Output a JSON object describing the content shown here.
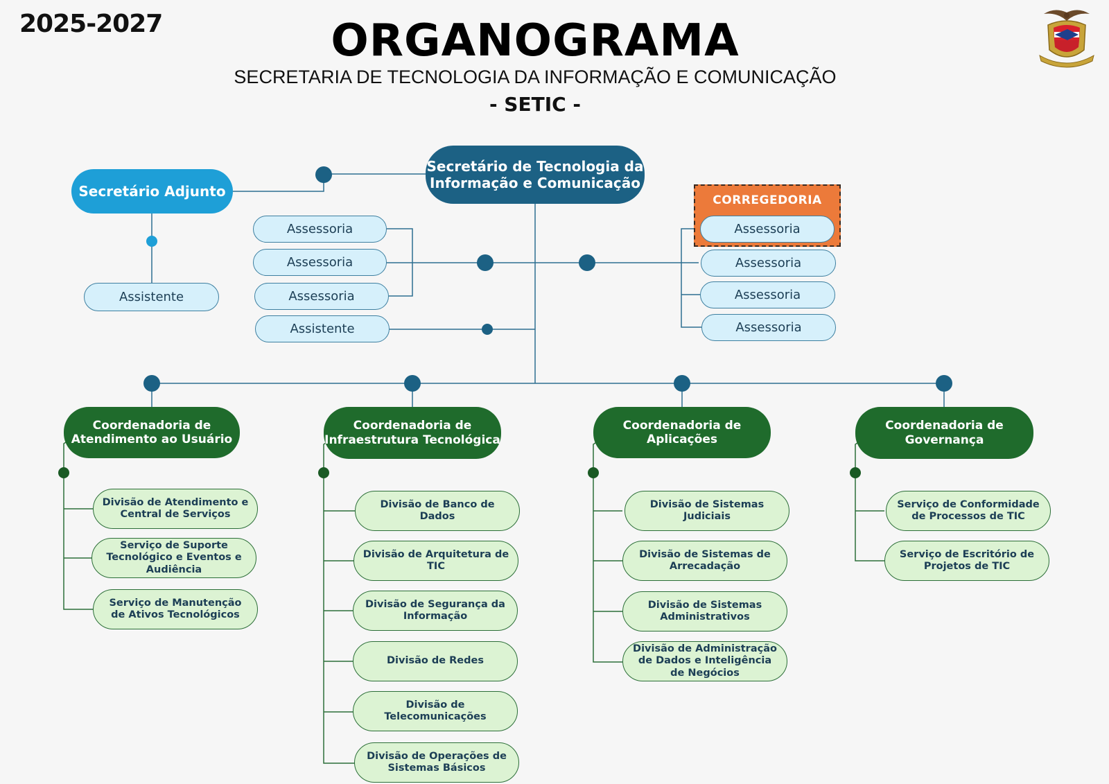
{
  "header": {
    "years": "2025-2027",
    "title": "ORGANOGRAMA",
    "subtitle": "SECRETARIA DE TECNOLOGIA DA INFORMAÇÃO E COMUNICAÇÃO",
    "acronym": "- SETIC -"
  },
  "colors": {
    "head": "#1c6184",
    "adjunto": "#1e9fd7",
    "assessoria": "#d6f0fb",
    "coordenadoria": "#1f6b2c",
    "divisao": "#dcf3d3",
    "corregedoria": "#ec7a3a"
  },
  "top": {
    "secretario": "Secretário de Tecnologia da Informação e Comunicação",
    "adjunto": "Secretário Adjunto",
    "adjunto_assistente": "Assistente"
  },
  "left_support": {
    "items": [
      "Assessoria",
      "Assessoria",
      "Assessoria"
    ],
    "assistente": "Assistente"
  },
  "right_support": {
    "corregedoria_label": "CORREGEDORIA",
    "corregedoria_item": "Assessoria",
    "items": [
      "Assessoria",
      "Assessoria",
      "Assessoria"
    ]
  },
  "coordenadorias": [
    {
      "name": "Coordenadoria de Atendimento ao Usuário",
      "units": [
        "Divisão de Atendimento e Central de Serviços",
        "Serviço de Suporte Tecnológico e Eventos e Audiência",
        "Serviço de Manutenção de Ativos Tecnológicos"
      ]
    },
    {
      "name": "Coordenadoria de Infraestrutura Tecnológica",
      "units": [
        "Divisão de Banco de Dados",
        "Divisão de Arquitetura de TIC",
        "Divisão de Segurança da Informação",
        "Divisão de Redes",
        "Divisão de Telecomunicações",
        "Divisão de Operações de Sistemas Básicos"
      ]
    },
    {
      "name": "Coordenadoria de Aplicações",
      "units": [
        "Divisão de Sistemas Judiciais",
        "Divisão de Sistemas de Arrecadação",
        "Divisão de Sistemas Administrativos",
        "Divisão de Administração de Dados e Inteligência de Negócios"
      ]
    },
    {
      "name": "Coordenadoria de Governança",
      "units": [
        "Serviço de Conformidade de Processos de TIC",
        "Serviço de Escritório de Projetos de TIC"
      ]
    }
  ]
}
